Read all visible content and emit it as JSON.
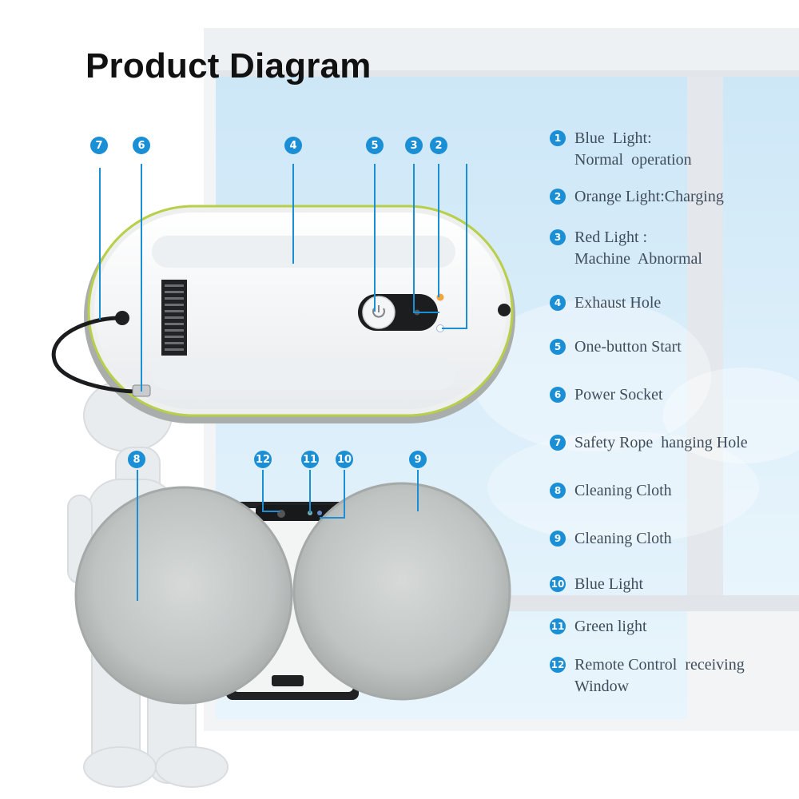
{
  "title": "Product Diagram",
  "callouts": [
    "7",
    "6",
    "4",
    "5",
    "3",
    "2",
    "12",
    "11",
    "10",
    "8",
    "9"
  ],
  "legend": [
    {
      "num": "1",
      "line1": "Blue  Light:",
      "line2": "Normal  operation"
    },
    {
      "num": "2",
      "line1": "Orange Light:Charging",
      "line2": ""
    },
    {
      "num": "3",
      "line1": "Red Light :",
      "line2": "Machine  Abnormal"
    },
    {
      "num": "4",
      "line1": "Exhaust Hole",
      "line2": ""
    },
    {
      "num": "5",
      "line1": "One-button Start",
      "line2": ""
    },
    {
      "num": "6",
      "line1": "Power Socket",
      "line2": ""
    },
    {
      "num": "7",
      "line1": "Safety Rope  hanging Hole",
      "line2": ""
    },
    {
      "num": "8",
      "line1": "Cleaning Cloth",
      "line2": ""
    },
    {
      "num": "9",
      "line1": "Cleaning Cloth",
      "line2": ""
    },
    {
      "num": "10",
      "line1": "Blue Light",
      "line2": ""
    },
    {
      "num": "11",
      "line1": "Green light",
      "line2": ""
    },
    {
      "num": "12",
      "line1": "Remote Control  receiving",
      "line2": "Window"
    }
  ],
  "colors": {
    "accent": "#1a8fd6",
    "legend_text": "#3f4d5c",
    "glass": "#dbeefa",
    "frame": "#f2f4f6"
  },
  "icons": [
    "power-icon"
  ]
}
